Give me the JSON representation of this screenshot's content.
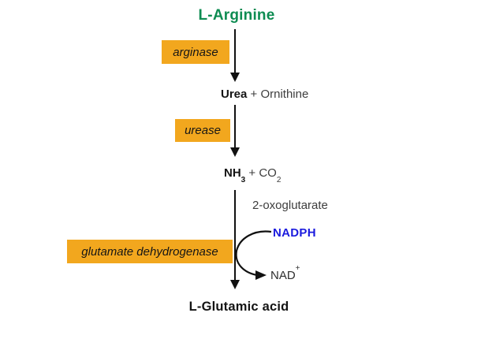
{
  "diagram": {
    "substrate": "L-Arginine",
    "step1": {
      "enzyme": "arginase",
      "product_bold": "Urea",
      "product_rest": " + Ornithine"
    },
    "step2": {
      "enzyme": "urease",
      "product_bold": "NH",
      "product_bold_sub": "3",
      "product_rest": " + CO",
      "product_rest_sub": "2"
    },
    "step3": {
      "enzyme": "glutamate dehydrogenase",
      "cosubstrate": "2-oxoglutarate",
      "cofactor_in": "NADPH",
      "cofactor_out": "NAD",
      "cofactor_out_sup": "+",
      "product": "L-Glutamic acid"
    },
    "colors": {
      "enzyme_box_orange": "#F2A71E",
      "substrate_green": "#0E8C52",
      "nadph_blue": "#1B1BDE",
      "arrow_black": "#111111",
      "text_gray": "#3D3D3D"
    }
  }
}
